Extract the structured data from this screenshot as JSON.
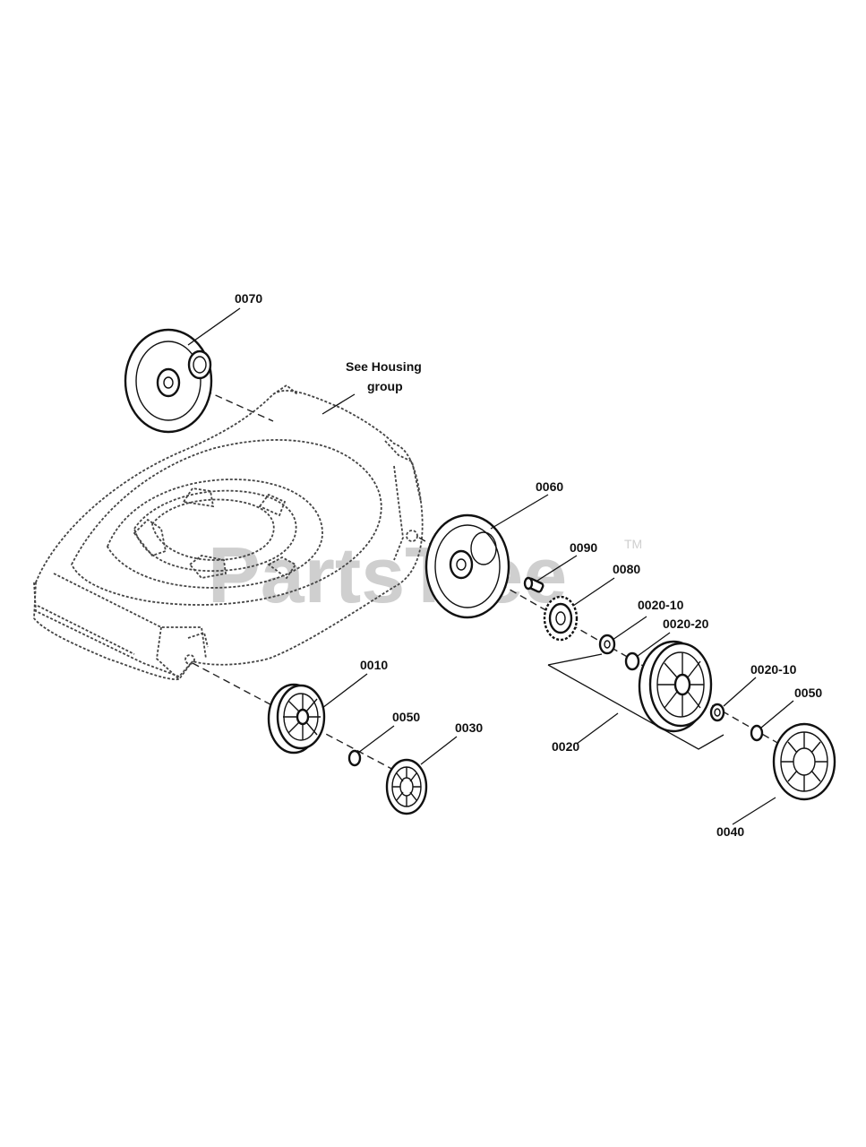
{
  "watermark": {
    "text": "PartsTree",
    "trademark": "TM"
  },
  "reference": {
    "line1": "See Housing",
    "line2": "group"
  },
  "labels": {
    "p0070": "0070",
    "p0060": "0060",
    "p0090": "0090",
    "p0080": "0080",
    "p0020_10_a": "0020-10",
    "p0020_20": "0020-20",
    "p0010": "0010",
    "p0050_a": "0050",
    "p0030": "0030",
    "p0020": "0020",
    "p0020_10_b": "0020-10",
    "p0050_b": "0050",
    "p0040": "0040"
  }
}
